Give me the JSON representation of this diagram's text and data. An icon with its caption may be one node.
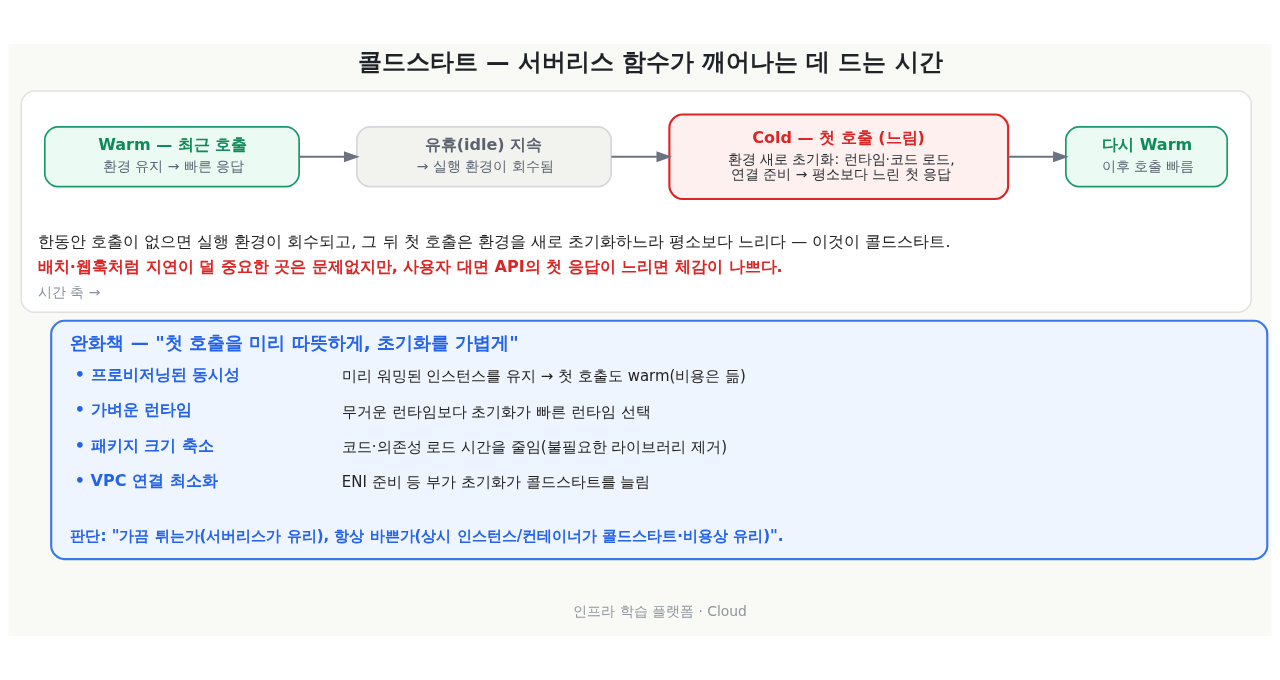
{
  "diagram": {
    "title": "콜드스타트 — 서버리스 함수가 깨어나는 데 드는 시간",
    "nodes": [
      {
        "text": [
          "한동안 호출이 없으면 실행 환경이 회수되고, 그 뒤 첫 호출은 환경을 새로 초기화하느라 평소보다 느리다 — 이것이 콜드스타트.",
          "배치·웹훅처럼 지연이 덜 중요한 곳은 문제없지만, 사용자 대면 API의 첫 응답이 느리면 체감이 나쁘다.",
          "시간 축 →"
        ]
      },
      {
        "text": [
          "Warm — 최근 호출",
          "환경 유지 → 빠른 응답"
        ],
        "in": 0
      },
      {
        "text": [
          "유휴(idle) 지속",
          "→ 실행 환경이 회수됨"
        ],
        "in": 0
      },
      {
        "text": [
          "Cold — 첫 호출 (느림)",
          "환경 새로 초기화: 런타임·코드 로드, 연결 준비 → 평소보다 느린 첫 응답"
        ],
        "in": 0
      },
      {
        "text": [
          "다시 Warm",
          "이후 호출 빠름"
        ],
        "in": 0
      },
      {
        "text": [
          "완화책 — \"첫 호출을 미리 따뜻하게, 초기화를 가볍게\"",
          "• 프로비저닝된 동시성",
          "미리 워밍된 인스턴스를 유지 → 첫 호출도 warm(비용은 듦)",
          "• 가벼운 런타임",
          "무거운 런타임보다 초기화가 빠른 런타임 선택",
          "• 패키지 크기 축소",
          "코드·의존성 로드 시간을 줄임(불필요한 라이브러리 제거)",
          "• VPC 연결 최소화",
          "ENI 준비 등 부가 초기화가 콜드스타트를 늘림",
          "판단: \"가끔 튀는가(서버리스가 유리), 항상 바쁜가(상시 인스턴스/컨테이너가 콜드스타트·비용상 유리)\"."
        ]
      }
    ],
    "edges": [
      {
        "from": 1,
        "to": 2,
        "arrow": "to"
      },
      {
        "from": 2,
        "to": 3,
        "arrow": "to"
      },
      {
        "from": 3,
        "to": 4,
        "arrow": "to"
      }
    ],
    "labels": [
      "인프라 학습 플랫폼 · Cloud"
    ]
  }
}
